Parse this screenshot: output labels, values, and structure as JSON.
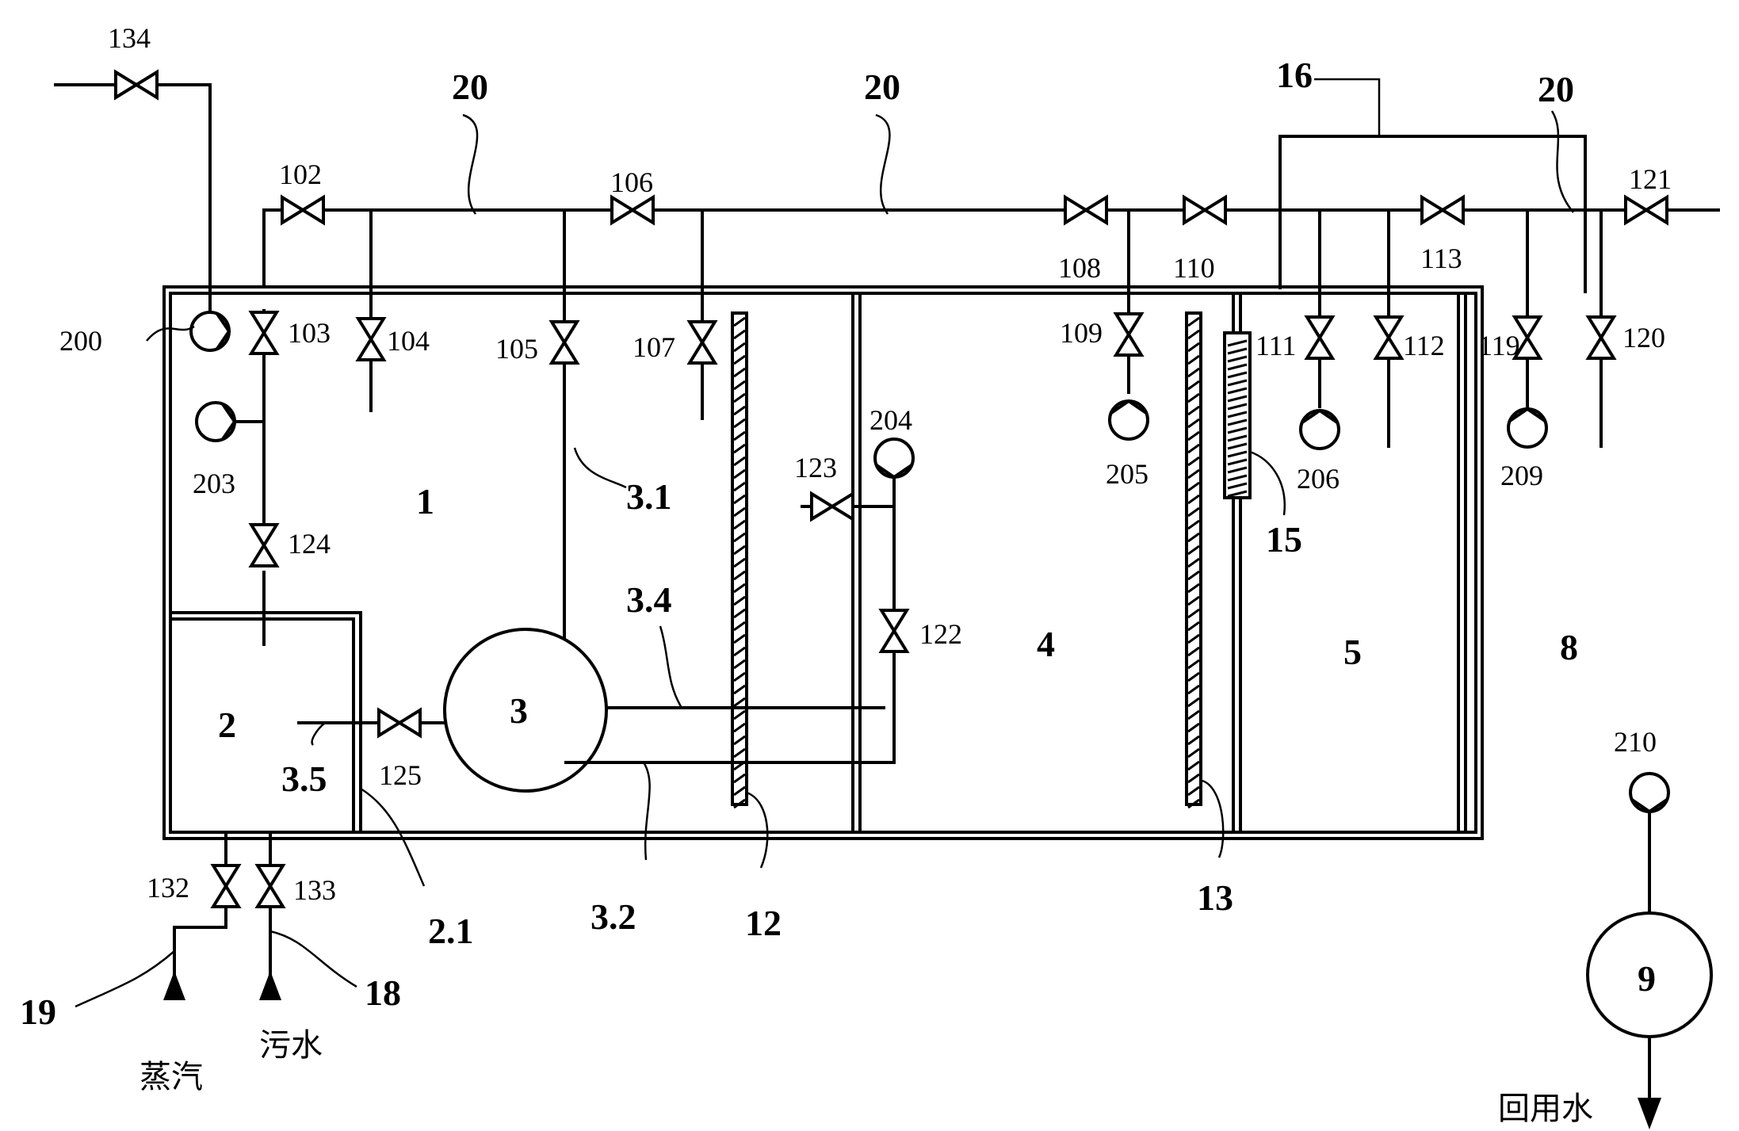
{
  "labels": {
    "pipe_top_1": "20",
    "pipe_top_2": "20",
    "pipe_top_3": "20",
    "manifold": "16",
    "v134": "134",
    "v102": "102",
    "v106": "106",
    "v108": "108",
    "v110": "110",
    "v113": "113",
    "v121": "121",
    "v103": "103",
    "v104": "104",
    "v105": "105",
    "v107": "107",
    "v109": "109",
    "v111": "111",
    "v112": "112",
    "v119": "119",
    "v120": "120",
    "v123": "123",
    "v122": "122",
    "v124": "124",
    "v125": "125",
    "v132": "132",
    "v133": "133",
    "p200": "200",
    "p203": "203",
    "p204": "204",
    "p205": "205",
    "p206": "206",
    "p209": "209",
    "p210": "210",
    "zone1": "1",
    "zone2": "2",
    "reactor3": "3",
    "zone4": "4",
    "zone5": "5",
    "zone8": "8",
    "tank9": "9",
    "l3_1": "3.1",
    "l3_2": "3.2",
    "l3_4": "3.4",
    "l3_5": "3.5",
    "l2_1": "2.1",
    "l12": "12",
    "l13": "13",
    "l15": "15",
    "l18": "18",
    "l19": "19",
    "steam": "蒸汽",
    "sewage": "污水",
    "reuse_water": "回用水"
  }
}
